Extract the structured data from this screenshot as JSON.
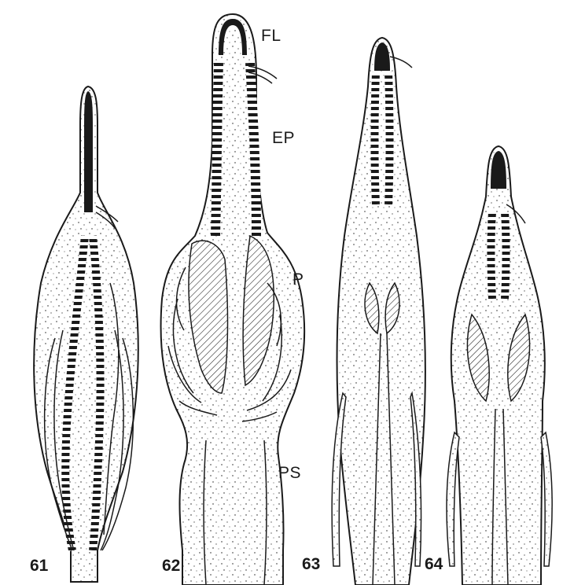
{
  "labels": {
    "fl": "FL",
    "ep": "EP",
    "p": "P",
    "ps": "PS"
  },
  "figure_numbers": [
    "61",
    "62",
    "63",
    "64"
  ],
  "colors": {
    "ink": "#1a1a1a",
    "paper": "#ffffff"
  }
}
